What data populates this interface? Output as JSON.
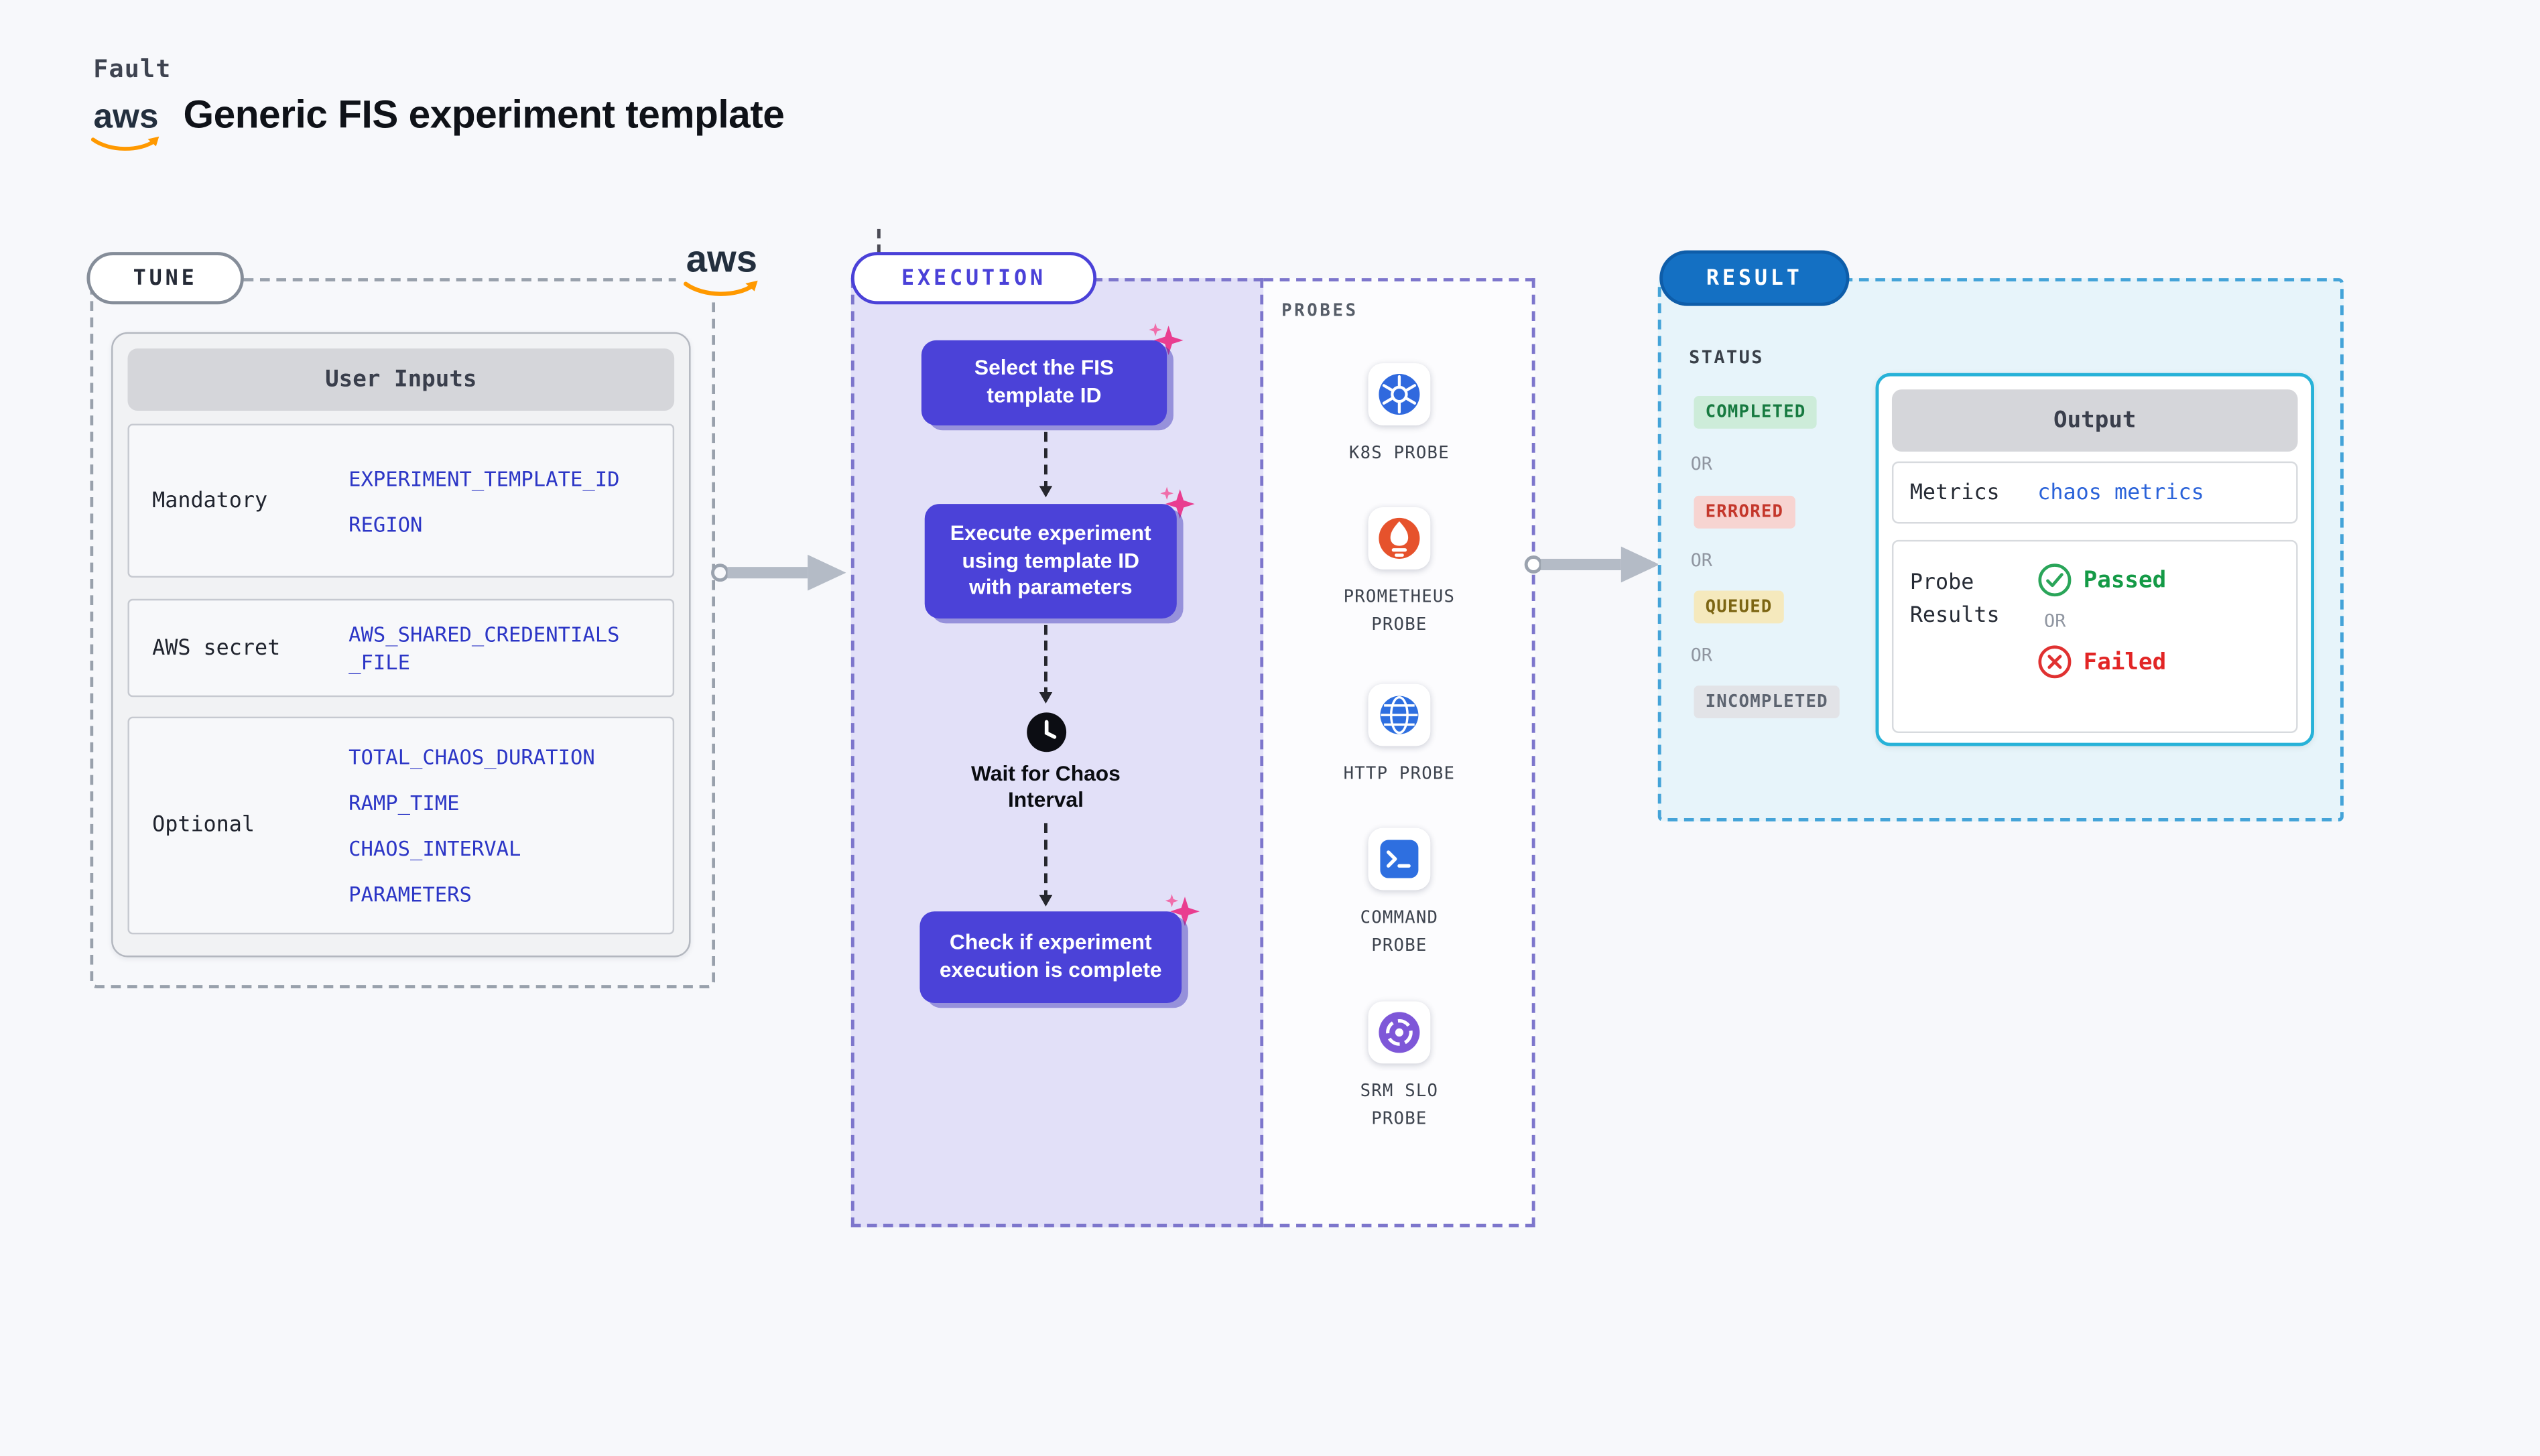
{
  "colors": {
    "page_bg": "#F7F8FB",
    "aws_orange": "#FF9900",
    "indigo_step": "#4B42D8",
    "execution_bg": "#E2E0F8",
    "sparkle_pink": "#E93D90",
    "result_pill_blue": "#1470C3",
    "result_bg": "#E7F4FA",
    "output_border_cyan": "#27B2D8",
    "value_blue": "#2C36C6",
    "status_green": "#177A40",
    "status_red": "#C4372B",
    "status_yellow": "#7C6513",
    "status_gray": "#5D6470",
    "passed_green": "#149A46",
    "failed_red": "#E22525"
  },
  "header": {
    "overline": "Fault",
    "title": "Generic FIS experiment template",
    "logo_text": "aws"
  },
  "tune": {
    "pill": "TUNE",
    "logo_text": "aws",
    "card": {
      "title": "User Inputs",
      "rows": [
        {
          "label": "Mandatory",
          "values": [
            "EXPERIMENT_TEMPLATE_ID",
            "REGION"
          ]
        },
        {
          "label": "AWS secret",
          "values": [
            "AWS_SHARED_CREDENTIALS_FILE"
          ]
        },
        {
          "label": "Optional",
          "values": [
            "TOTAL_CHAOS_DURATION",
            "RAMP_TIME",
            "CHAOS_INTERVAL",
            "PARAMETERS"
          ]
        }
      ]
    }
  },
  "execution": {
    "pill": "EXECUTION",
    "steps": [
      {
        "type": "action",
        "label": "Select the FIS template ID",
        "icon": "sparkle-icon"
      },
      {
        "type": "action",
        "label": "Execute experiment using template ID with parameters",
        "icon": "sparkle-icon"
      },
      {
        "type": "wait",
        "label": "Wait for Chaos Interval",
        "icon": "clock-icon"
      },
      {
        "type": "action",
        "label": "Check if experiment execution is complete",
        "icon": "sparkle-icon"
      }
    ]
  },
  "probes": {
    "label": "PROBES",
    "items": [
      {
        "name": "K8S PROBE",
        "icon": "kubernetes-helm-icon"
      },
      {
        "name": "PROMETHEUS PROBE",
        "icon": "prometheus-flame-icon"
      },
      {
        "name": "HTTP PROBE",
        "icon": "globe-icon"
      },
      {
        "name": "COMMAND PROBE",
        "icon": "terminal-icon"
      },
      {
        "name": "SRM SLO PROBE",
        "icon": "gauge-ring-icon"
      }
    ]
  },
  "result": {
    "pill": "RESULT",
    "status_heading": "STATUS",
    "or_label": "OR",
    "statuses": [
      {
        "label": "COMPLETED",
        "tone": "green"
      },
      {
        "label": "ERRORED",
        "tone": "red"
      },
      {
        "label": "QUEUED",
        "tone": "yellow"
      },
      {
        "label": "INCOMPLETED",
        "tone": "gray"
      }
    ],
    "output": {
      "title": "Output",
      "metrics_label": "Metrics",
      "metrics_value": "chaos metrics",
      "probe_results_label": "Probe Results",
      "passed_label": "Passed",
      "failed_label": "Failed"
    }
  }
}
